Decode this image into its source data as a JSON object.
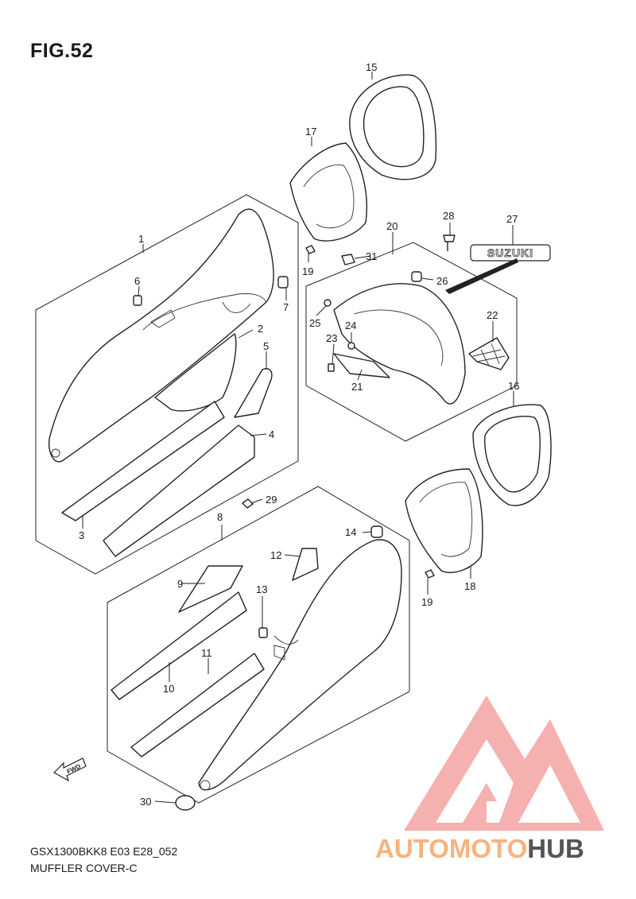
{
  "figure": {
    "title": "FIG.52",
    "model_code": "GSX1300BKK8 E03 E28_052",
    "section_name": "MUFFLER COVER-C"
  },
  "callouts": [
    "1",
    "2",
    "3",
    "4",
    "5",
    "6",
    "7",
    "8",
    "9",
    "10",
    "11",
    "12",
    "13",
    "14",
    "15",
    "16",
    "17",
    "18",
    "19",
    "19",
    "20",
    "21",
    "22",
    "23",
    "24",
    "25",
    "26",
    "27",
    "28",
    "29",
    "30",
    "31"
  ],
  "emblem": {
    "text": "SUZUKI"
  },
  "direction_arrow": {
    "label": "FWD"
  },
  "watermark": {
    "text_part1": "AUTOMOTO",
    "text_part2": "HUB",
    "color_part1": "#f6b37f",
    "color_part2": "#555555",
    "logo_color": "#f4a3a3"
  }
}
